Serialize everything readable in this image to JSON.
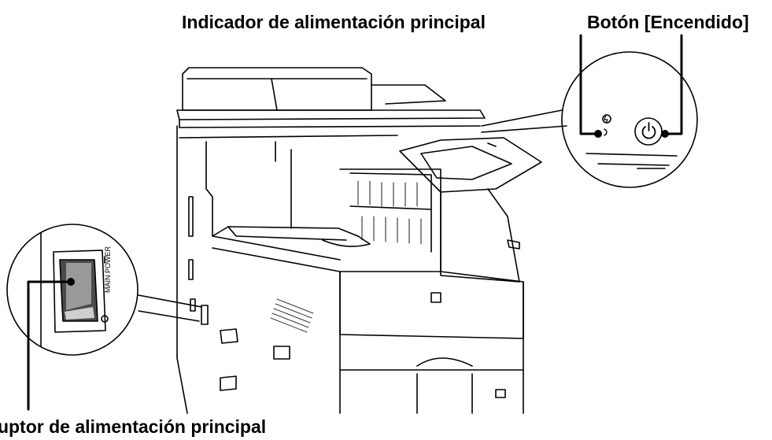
{
  "labels": {
    "main_power_indicator": "Indicador de alimentación principal",
    "power_button": "Botón [Encendido]",
    "main_power_switch": "ruptor de alimentación principal"
  },
  "switch_plate_text": "MAIN POWER",
  "colors": {
    "line": "#000000",
    "body": "#ffffff",
    "switch_gray": "#9a9a9a",
    "switch_dark": "#4a4a4a"
  },
  "icons": [
    "power-indicator-icon",
    "power-button-icon"
  ]
}
